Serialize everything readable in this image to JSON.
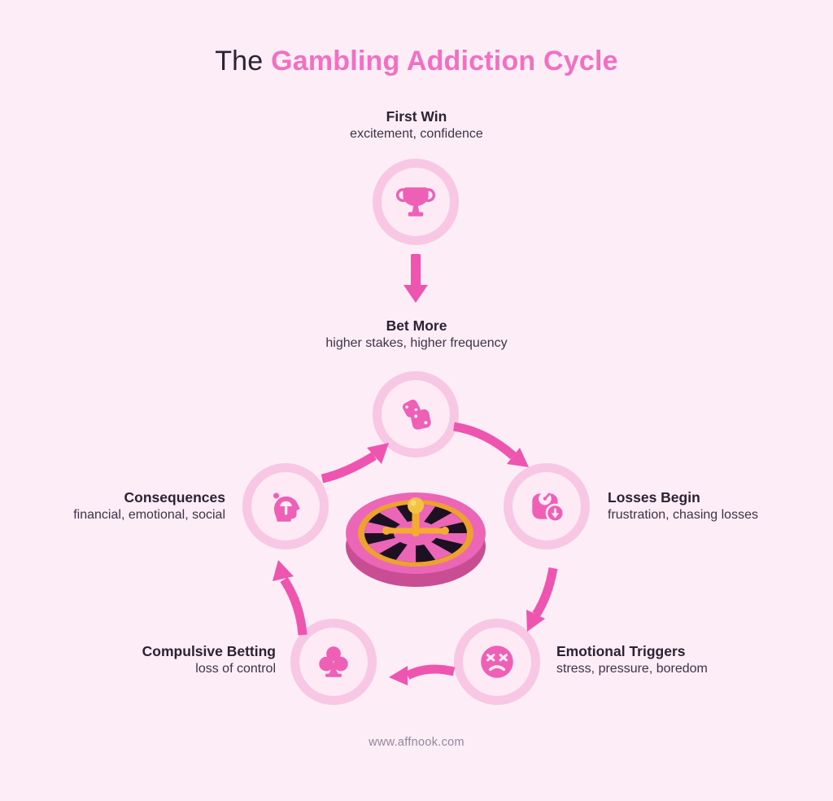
{
  "title": {
    "prefix": "The",
    "highlight": "Gambling Addiction Cycle"
  },
  "stages": [
    {
      "id": "first-win",
      "label": "First Win",
      "sub": "excitement, confidence",
      "icon": "trophy-icon"
    },
    {
      "id": "bet-more",
      "label": "Bet More",
      "sub": "higher stakes, higher frequency",
      "icon": "dice-icon"
    },
    {
      "id": "losses-begin",
      "label": "Losses Begin",
      "sub": "frustration, chasing losses",
      "icon": "scale-down-icon"
    },
    {
      "id": "emotional-triggers",
      "label": "Emotional Triggers",
      "sub": "stress, pressure, boredom",
      "icon": "distressed-face-icon"
    },
    {
      "id": "compulsive-betting",
      "label": "Compulsive Betting",
      "sub": "loss of control",
      "icon": "club-suit-icon"
    },
    {
      "id": "consequences",
      "label": "Consequences",
      "sub": "financial, emotional, social",
      "icon": "head-thoughts-icon"
    }
  ],
  "center_illustration": "roulette-wheel",
  "footer": {
    "website": "www.affnook.com"
  },
  "colors": {
    "background": "#fcedf6",
    "title_dark": "#2b2233",
    "title_pink": "#f26fc2",
    "ring_pink": "#f7c7e3",
    "icon_pink": "#ee5fb6",
    "arrow_pink": "#ee55af",
    "roulette_rim": "#ec66b8",
    "roulette_gold": "#eda22f",
    "roulette_black": "#1c1022"
  }
}
